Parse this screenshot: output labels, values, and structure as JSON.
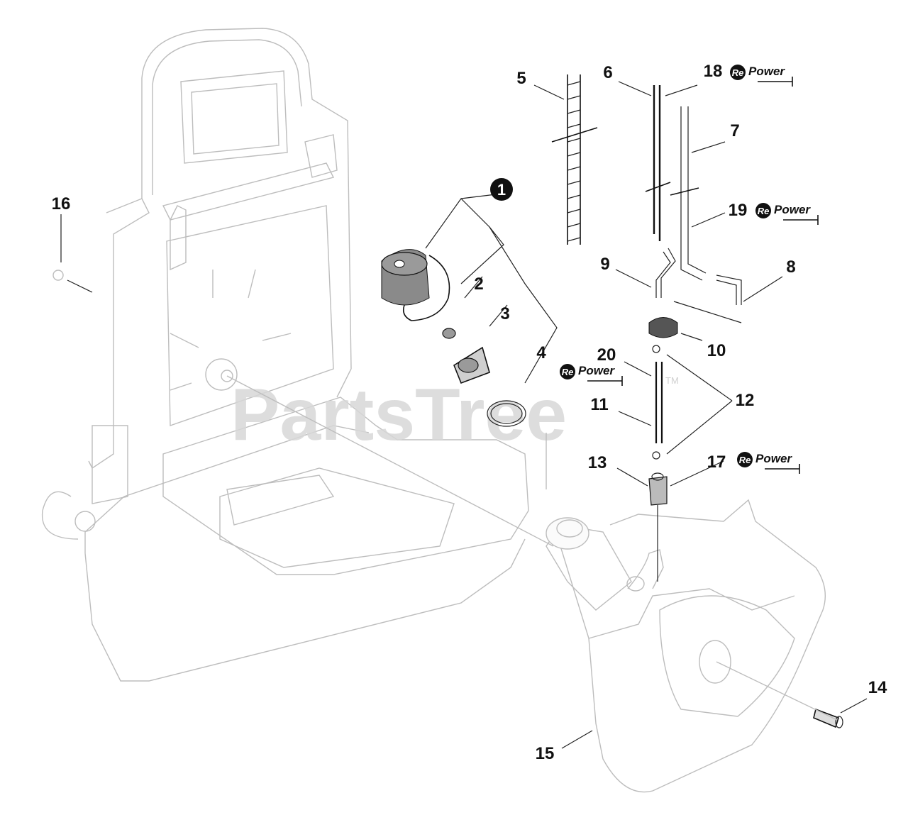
{
  "watermark": {
    "text": "PartsTree",
    "trademark": "TM"
  },
  "callouts": {
    "c1": "1",
    "c2": "2",
    "c3": "3",
    "c4": "4",
    "c5": "5",
    "c6": "6",
    "c7": "7",
    "c8": "8",
    "c9": "9",
    "c10": "10",
    "c11": "11",
    "c12": "12",
    "c13": "13",
    "c14": "14",
    "c15": "15",
    "c16": "16",
    "c17": "17",
    "c18": "18",
    "c19": "19",
    "c20": "20"
  },
  "repower_badge": {
    "prefix": "Re",
    "word": "Power"
  }
}
